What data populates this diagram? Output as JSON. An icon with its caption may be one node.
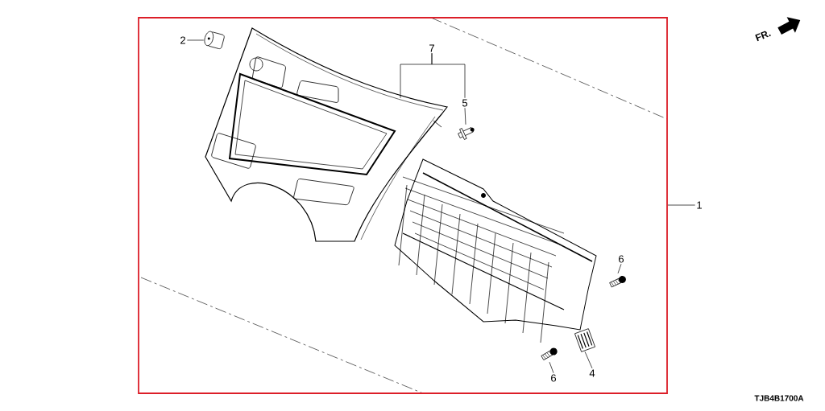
{
  "diagram": {
    "nodes": [
      {
        "text": [
          "1"
        ]
      },
      {
        "text": [],
        "shape": "box"
      },
      {
        "text": [
          "2"
        ],
        "in": 1
      },
      {
        "text": [],
        "shape": "picture",
        "in": 1
      },
      {
        "text": [
          "7"
        ],
        "in": 1
      },
      {
        "text": [],
        "shape": "picture",
        "in": 1
      },
      {
        "text": [
          "5"
        ],
        "in": 1
      },
      {
        "text": [],
        "shape": "picture",
        "in": 1
      },
      {
        "text": [
          "6"
        ],
        "in": 1
      },
      {
        "text": [],
        "shape": "picture",
        "in": 1
      },
      {
        "text": [
          "6"
        ],
        "in": 1
      },
      {
        "text": [],
        "shape": "picture",
        "in": 1
      },
      {
        "text": [
          "4"
        ],
        "in": 1
      },
      {
        "text": [],
        "shape": "picture",
        "in": 1
      }
    ],
    "edges": [
      {
        "from": 0,
        "to": 1,
        "arrow": "none"
      },
      {
        "from": 2,
        "to": 3,
        "arrow": "none"
      },
      {
        "from": 4,
        "to": 5,
        "arrow": "none"
      },
      {
        "from": 4,
        "to": 6,
        "arrow": "none"
      },
      {
        "from": 6,
        "to": 7,
        "arrow": "none"
      },
      {
        "from": 8,
        "to": 9,
        "arrow": "none"
      },
      {
        "from": 10,
        "to": 11,
        "arrow": "none"
      },
      {
        "from": 12,
        "to": 13,
        "arrow": "none"
      }
    ],
    "labels": [
      "FR.",
      "TJB4B1700A"
    ]
  }
}
